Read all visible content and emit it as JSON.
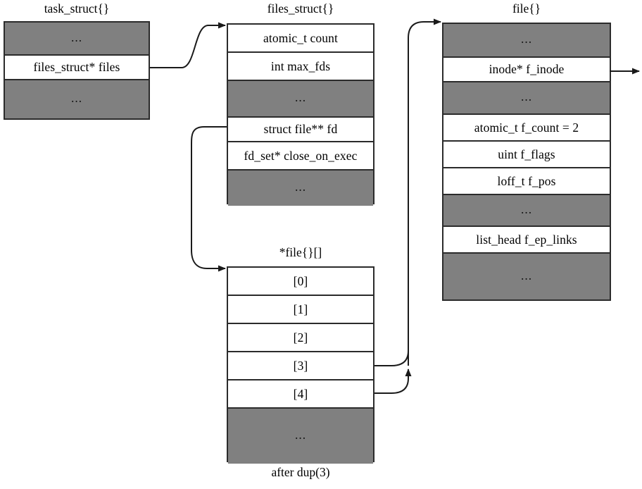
{
  "diagram": {
    "caption_bottom": "after dup(3)",
    "colors": {
      "filler": "#808080",
      "line": "#1a1a1a",
      "background": "#ffffff",
      "text": "#000000"
    }
  },
  "task_struct": {
    "title": "task_struct{}",
    "rows": [
      {
        "label": "...",
        "filler": true
      },
      {
        "label": "files_struct* files",
        "filler": false
      },
      {
        "label": "...",
        "filler": true
      }
    ]
  },
  "files_struct": {
    "title": "files_struct{}",
    "rows": [
      {
        "label": "atomic_t count",
        "filler": false
      },
      {
        "label": "int max_fds",
        "filler": false
      },
      {
        "label": "...",
        "filler": true
      },
      {
        "label": "struct file** fd",
        "filler": false
      },
      {
        "label": "fd_set* close_on_exec",
        "filler": false
      },
      {
        "label": "...",
        "filler": true
      }
    ]
  },
  "fd_array": {
    "title": "*file{}[]",
    "rows": [
      {
        "label": "[0]",
        "filler": false
      },
      {
        "label": "[1]",
        "filler": false
      },
      {
        "label": "[2]",
        "filler": false
      },
      {
        "label": "[3]",
        "filler": false
      },
      {
        "label": "[4]",
        "filler": false
      },
      {
        "label": "...",
        "filler": true
      }
    ]
  },
  "file_struct": {
    "title": "file{}",
    "rows": [
      {
        "label": "...",
        "filler": true
      },
      {
        "label": "inode* f_inode",
        "filler": false
      },
      {
        "label": "...",
        "filler": true
      },
      {
        "label": "atomic_t f_count = 2",
        "filler": false
      },
      {
        "label": "uint f_flags",
        "filler": false
      },
      {
        "label": "loff_t f_pos",
        "filler": false
      },
      {
        "label": "...",
        "filler": true
      },
      {
        "label": "list_head f_ep_links",
        "filler": false
      },
      {
        "label": "...",
        "filler": true
      }
    ]
  },
  "arrows": [
    {
      "name": "files-pointer-to-files-struct",
      "from": "task_struct.files_struct* files",
      "to": "files_struct{}"
    },
    {
      "name": "fd-pointer-to-array",
      "from": "files_struct.struct file** fd",
      "to": "*file{}[]"
    },
    {
      "name": "fd3-to-file",
      "from": "*file{}[].[3]",
      "to": "file{}"
    },
    {
      "name": "fd4-to-file",
      "from": "*file{}[].[4]",
      "to": "file{}"
    },
    {
      "name": "f_inode-outgoing",
      "from": "file{}.inode* f_inode",
      "to": ""
    }
  ]
}
